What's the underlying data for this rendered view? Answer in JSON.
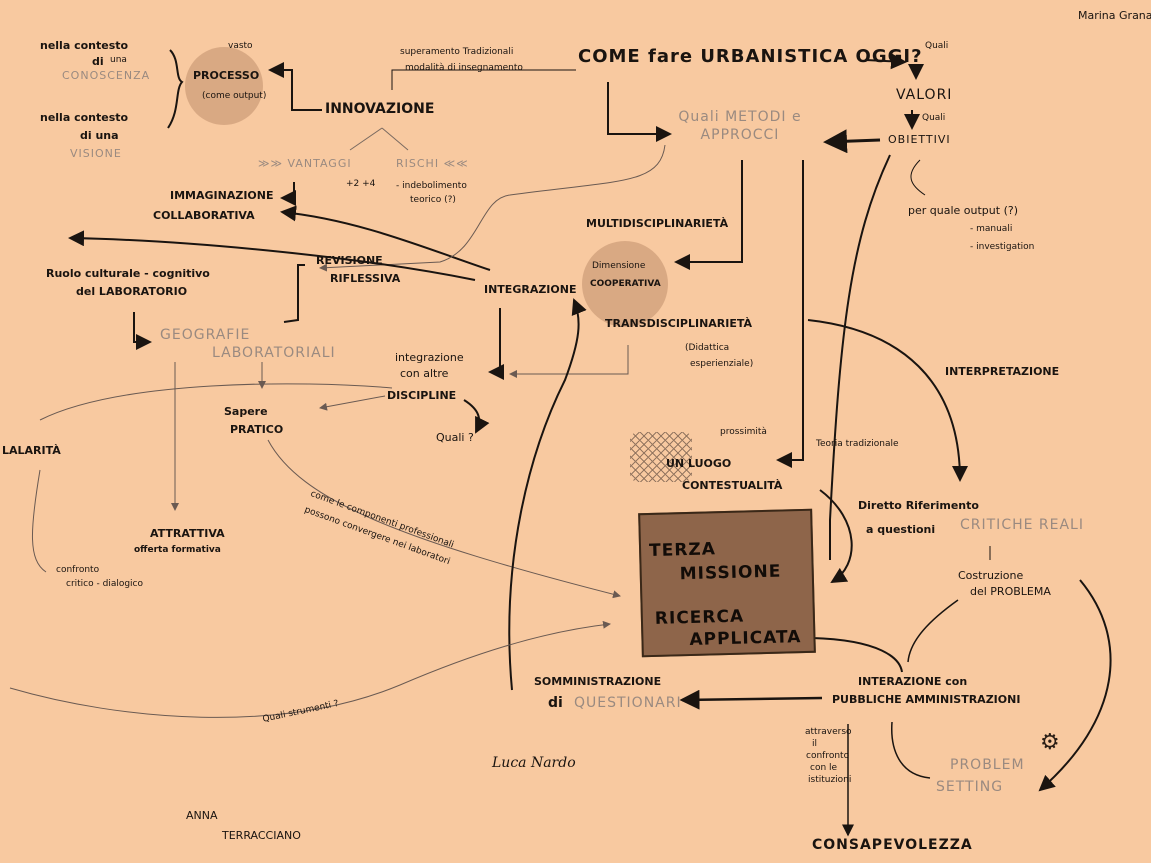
{
  "diagram": {
    "top_right_author": "Marina Granata",
    "question": {
      "title": "COME fare URBANISTICA OGGI?"
    },
    "methods": {
      "label": "Quali METODI e APPROCCI"
    },
    "traditional": {
      "line1": "superamento Tradizionali",
      "line2": "modalità di insegnamento"
    },
    "quali_1": "Quali",
    "quali_2": "Quali",
    "valori": "VALORI",
    "obiettivi": "OBIETTIVI",
    "output": {
      "title": "per quale output (?)",
      "item1": "- manuali",
      "item2": "- investigation"
    },
    "contesto_1": {
      "prefix": "nella contesto",
      "word": "di",
      "small": "una",
      "pale": "CONOSCENZA"
    },
    "contesto_2": {
      "prefix": "nella contesto",
      "word": "di una",
      "pale": "VISIONE"
    },
    "processo": {
      "small_top": "vasto",
      "label": "PROCESSO",
      "sub": "(come output)"
    },
    "innovazione": "INNOVAZIONE",
    "vantaggi": "VANTAGGI",
    "rischi": "RISCHI",
    "vantaggi_marks": "+2 +4",
    "rischi_note": {
      "line1": "- indebolimento",
      "line2": "teorico (?)"
    },
    "immaginazione": {
      "line1": "IMMAGINAZIONE",
      "line2": "COLLABORATIVA"
    },
    "multi": "MULTIDISCIPLINARIETÀ",
    "coop": {
      "line1": "Dimensione",
      "line2": "COOPERATIVA"
    },
    "integrazione": "INTEGRAZIONE",
    "revisione": {
      "line1": "REVISIONE",
      "line2": "RIFLESSIVA"
    },
    "ruolo": {
      "line1": "Ruolo culturale - cognitivo",
      "line2": "del LABORATORIO"
    },
    "geografie": {
      "line1": "GEOGRAFIE",
      "line2": "LABORATORIALI"
    },
    "trans": "TRANSDISCIPLINARIETÀ",
    "didattica": {
      "line1": "(Didattica",
      "line2": "esperienziale)"
    },
    "integrazione_altre": {
      "line1": "integrazione",
      "line2": "con altre"
    },
    "discipline": "DISCIPLINE",
    "quali_q": "Quali ?",
    "sapere": {
      "line1": "Sapere",
      "line2": "PRATICO"
    },
    "lalarita": "LALARITÀ",
    "attrattiva": {
      "line1": "ATTRATTIVA",
      "line2": "offerta formativa"
    },
    "confronto": {
      "line1": "confronto",
      "line2": "critico - dialogico"
    },
    "componenti": {
      "line1": "come le componenti professionali",
      "line2": "possono convergere nei laboratori"
    },
    "interpretazione": "INTERPRETAZIONE",
    "prossimita": "prossimità",
    "luogo": {
      "line1": "UN LUOGO",
      "line2": "CONTESTUALITÀ"
    },
    "teoria_tradizionale": "Teoria tradizionale",
    "terza": {
      "line1": "TERZA",
      "line2": "MISSIONE",
      "line3": "RICERCA",
      "line4": "APPLICATA"
    },
    "riferimento": {
      "line1": "Diretto Riferimento",
      "line2": "a questioni",
      "pale": "CRITICHE REALI"
    },
    "costruzione": {
      "line1": "Costruzione",
      "line2": "del PROBLEMA"
    },
    "interazione": {
      "line1": "INTERAZIONE con",
      "line2": "PUBBLICHE AMMINISTRAZIONI"
    },
    "somministrazione": {
      "line1": "SOMMINISTRAZIONE",
      "word": "di",
      "pale": "QUESTIONARI"
    },
    "quali_strumenti": "Quali strumenti ?",
    "attraverso": {
      "line1": "attraverso",
      "line2": "il",
      "line3": "confronto",
      "line4": "con le",
      "line5": "istituzioni"
    },
    "problem_setting": {
      "line1": "PROBLEM",
      "line2": "SETTING"
    },
    "consapevolezza": "CONSAPEVOLEZZA",
    "signature_center": "Luca Nardo",
    "signature_left": {
      "line1": "ANNA",
      "line2": "TERRACCIANO"
    },
    "colors": {
      "background": "#f8c9a0",
      "ink": "#1a1410",
      "pale": "#9a8a80",
      "box": "#8e654a",
      "circle": "#d9a983"
    },
    "icons": [
      "gear-icon",
      "hatch-mark"
    ]
  }
}
